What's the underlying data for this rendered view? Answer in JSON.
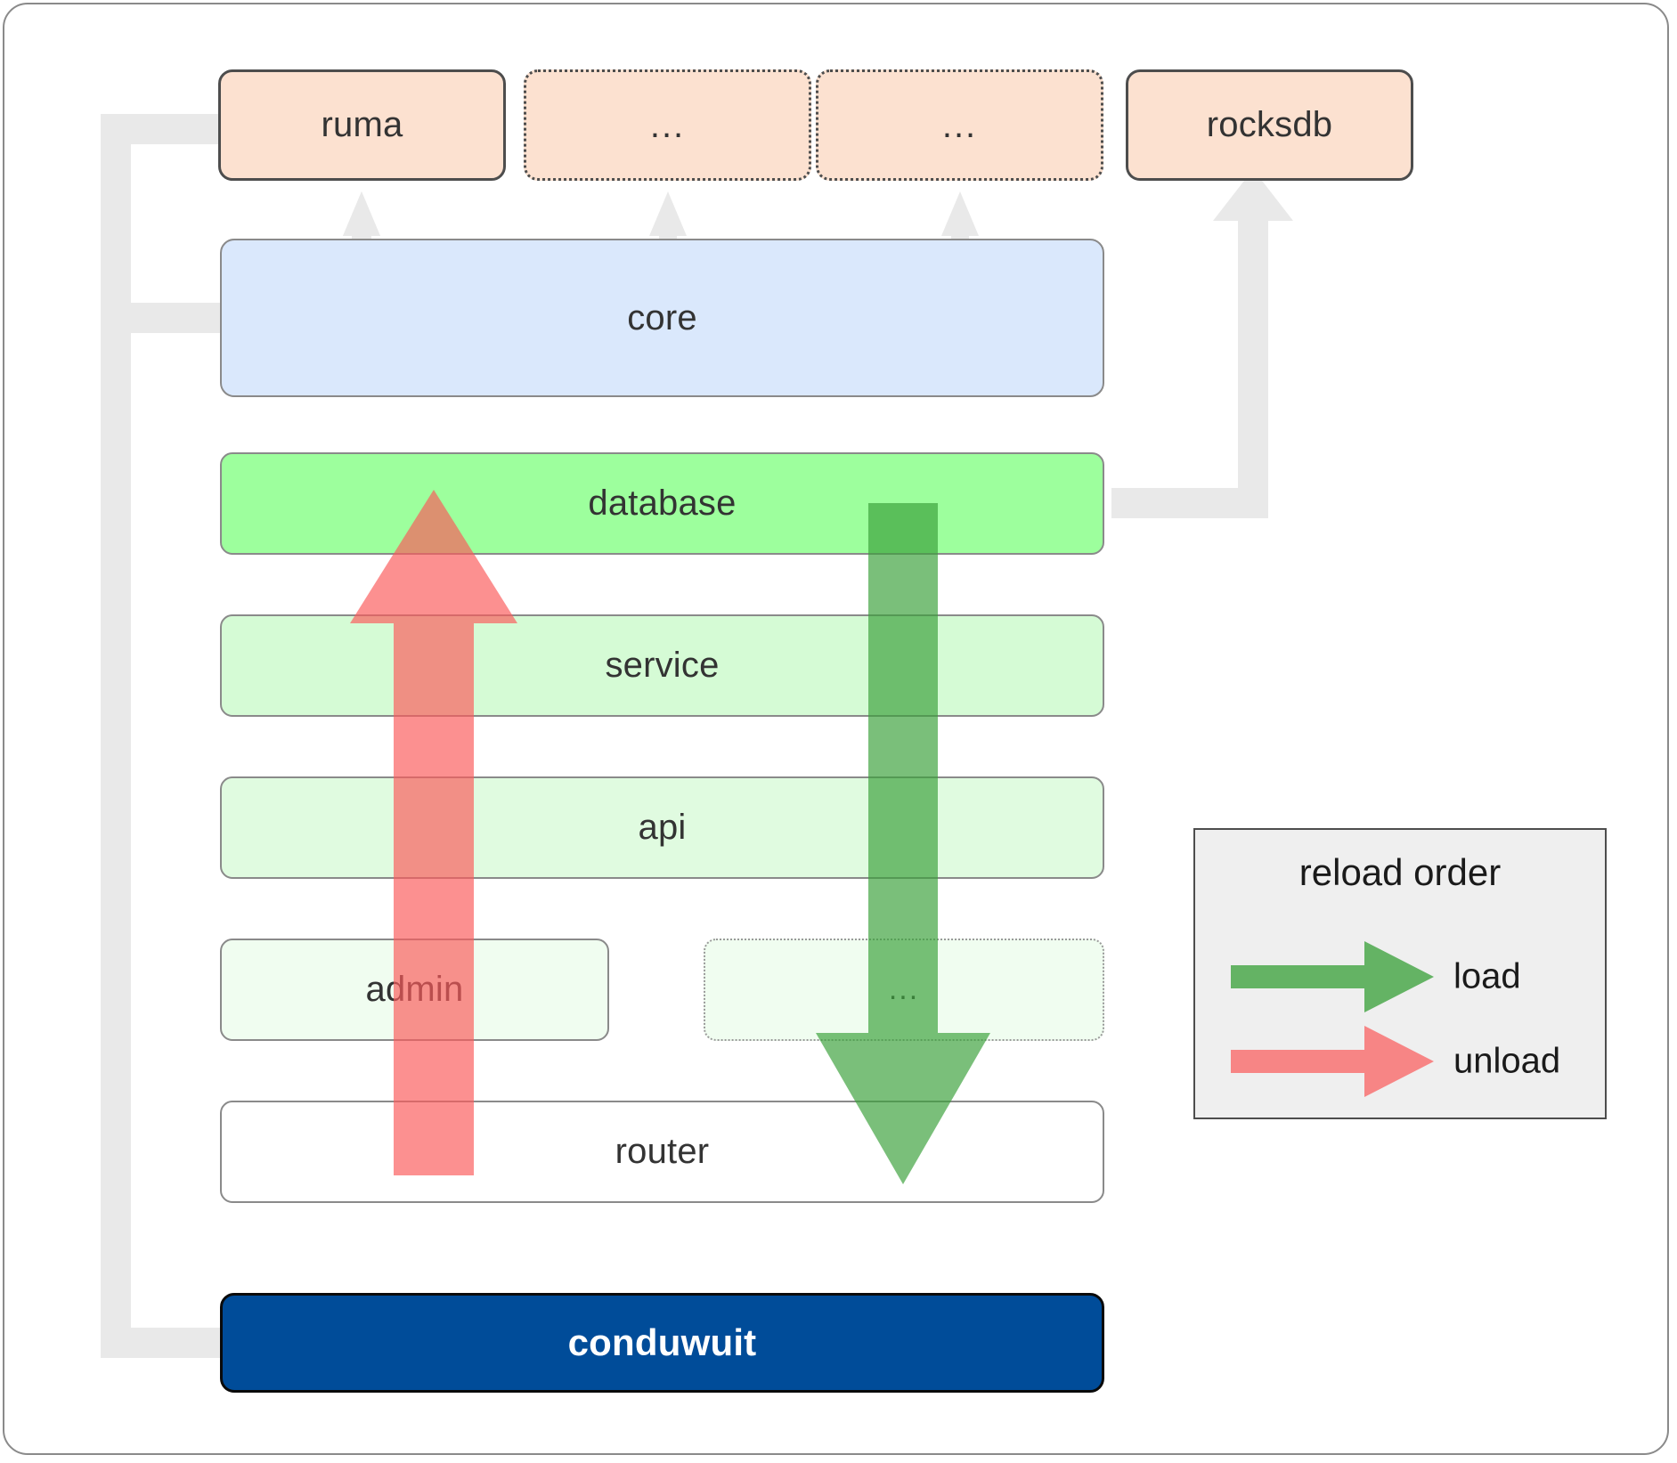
{
  "diagram": {
    "title": "conduwuit crate dependency and reload order diagram",
    "dependencies": [
      {
        "label": "ruma",
        "style": "solid"
      },
      {
        "label": "...",
        "style": "dotted"
      },
      {
        "label": "...",
        "style": "dotted"
      },
      {
        "label": "rocksdb",
        "style": "solid"
      }
    ],
    "core": {
      "label": "core"
    },
    "layers": [
      {
        "label": "database",
        "style": "solid"
      },
      {
        "label": "service",
        "style": "solid"
      },
      {
        "label": "api",
        "style": "solid"
      },
      {
        "label": "admin",
        "style": "solid"
      },
      {
        "label": "...",
        "style": "dotted"
      },
      {
        "label": "router",
        "style": "solid"
      }
    ],
    "app": {
      "label": "conduwuit"
    },
    "legend": {
      "title": "reload order",
      "items": [
        {
          "label": "load",
          "color": "#5BAA5B"
        },
        {
          "label": "unload",
          "color": "#FA8F8F"
        }
      ]
    },
    "colors": {
      "dependency_fill": "#FCE1D0",
      "core_fill": "#DAE8FC",
      "database_fill": "#9DFF9D",
      "service_fill": "#D5FBD5",
      "api_fill": "#E0FBE0",
      "admin_fill": "#F0FDF0",
      "router_fill": "#FFFFFF",
      "app_fill": "#004C99",
      "connector": "#E9E9E9",
      "load_arrow": "#5BAA5B",
      "unload_arrow": "#FA8F8F",
      "legend_bg": "#EFEFEF"
    }
  }
}
